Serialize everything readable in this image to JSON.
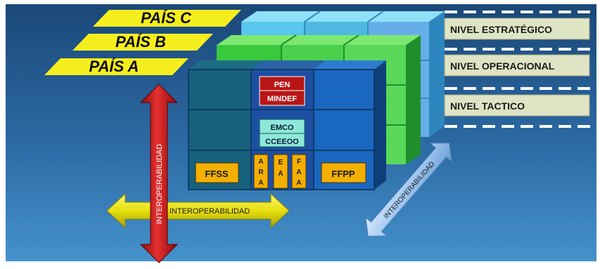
{
  "countries": [
    {
      "label": "PAÍS  C",
      "color": "#f5ee1f"
    },
    {
      "label": "PAÍS  B",
      "color": "#f5ee1f"
    },
    {
      "label": "PAÍS  A",
      "color": "#f5ee1f"
    }
  ],
  "levels": [
    {
      "label": "NIVEL ESTRATÉGICO"
    },
    {
      "label": "NIVEL OPERACIONAL"
    },
    {
      "label": "NIVEL TACTICO"
    }
  ],
  "cells": {
    "pen": "PEN",
    "mindef": "MINDEF",
    "emco": "EMCO",
    "cceeoo": "CCEEOO",
    "ffss": "FFSS",
    "ffpp": "FFPP",
    "ara": [
      "A",
      "R",
      "A"
    ],
    "ea": [
      "E",
      "A"
    ],
    "faa": [
      "F",
      "A",
      "A"
    ]
  },
  "arrows": {
    "vertical": "INTEROPERABILIDAD",
    "horizontal": "INTEROPERABILIDAD",
    "diagonal": "INTEROPERABILIDAD"
  },
  "colors": {
    "background_top": "#1d4f80",
    "background_bottom": "#3d8cc7",
    "layer_c": "#58c6ee",
    "layer_b": "#38c93c",
    "layer_a": "#1a63b3",
    "pen_cell": "#c21a1a",
    "emco_cell": "#8ee8d8",
    "force_cell": "#f3b000",
    "level_box": "#dfe4c4",
    "arrow_red": "#cc1515",
    "arrow_yellow": "#e8e21c",
    "arrow_blue": "#a9cdf3"
  }
}
